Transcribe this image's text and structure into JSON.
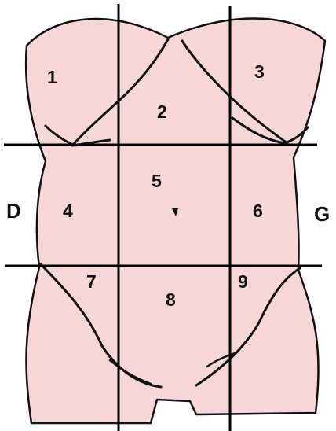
{
  "colors": {
    "skin": "#f7d7d6",
    "outline": "#111111",
    "grid": "#000000",
    "background": "#ffffff"
  },
  "side_labels": {
    "left": "D",
    "right": "G"
  },
  "regions": [
    {
      "number": "1"
    },
    {
      "number": "2"
    },
    {
      "number": "3"
    },
    {
      "number": "4"
    },
    {
      "number": "5"
    },
    {
      "number": "6"
    },
    {
      "number": "7"
    },
    {
      "number": "8"
    },
    {
      "number": "9"
    }
  ],
  "icons": [
    "navel-icon"
  ]
}
